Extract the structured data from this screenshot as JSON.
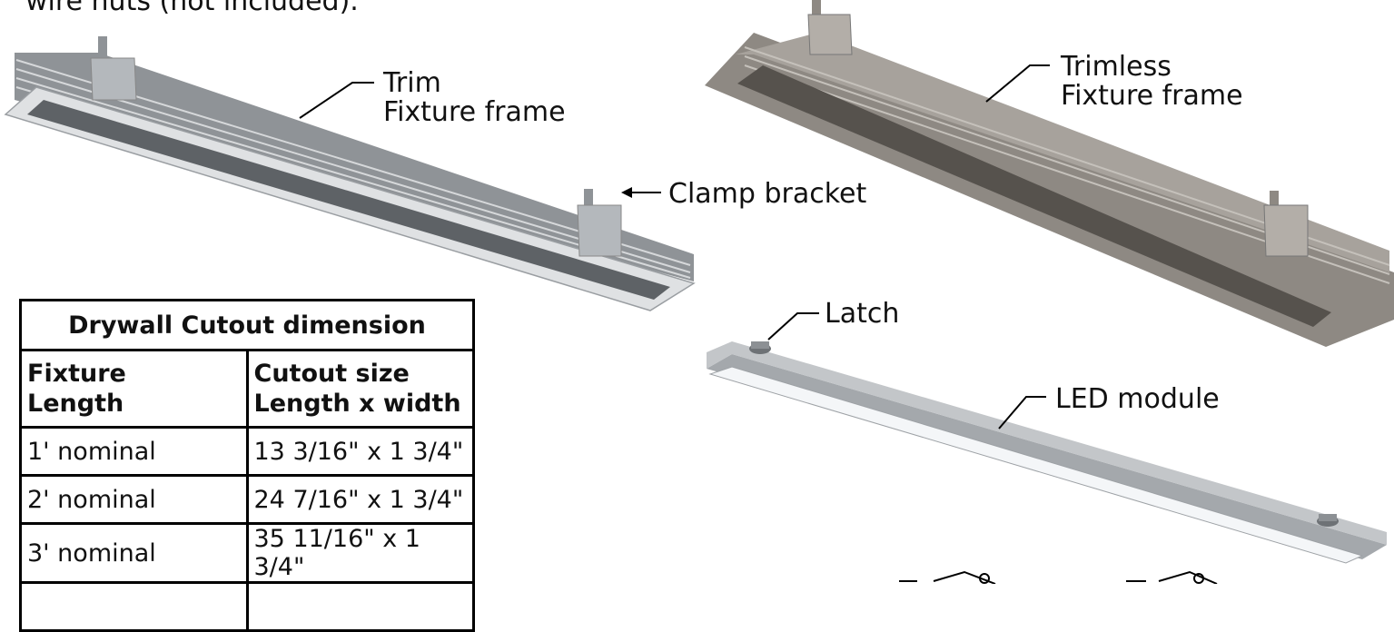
{
  "intro_text": "wire nuts (not included).",
  "callouts": {
    "trim_line1": "Trim",
    "trim_line2": "Fixture frame",
    "clamp": "Clamp bracket",
    "trimless_line1": "Trimless",
    "trimless_line2": "Fixture frame",
    "latch": "Latch",
    "led": "LED module"
  },
  "table": {
    "title": "Drywall Cutout dimension",
    "col1_header": [
      "Fixture",
      "Length"
    ],
    "col2_header": [
      "Cutout size",
      "Length x width"
    ],
    "rows": [
      [
        "1' nominal",
        "13 3/16\" x 1 3/4\""
      ],
      [
        "2' nominal",
        "24 7/16\" x 1 3/4\""
      ],
      [
        "3' nominal",
        "35 11/16\" x 1 3/4\""
      ],
      [
        "",
        ""
      ]
    ]
  },
  "colors": {
    "trim_frame": "#a9adb1",
    "trim_flange": "#dfe1e3",
    "trimless_frame": "#8e8983",
    "led_module": "#a4a8ac",
    "led_lens": "#f4f6f8"
  }
}
